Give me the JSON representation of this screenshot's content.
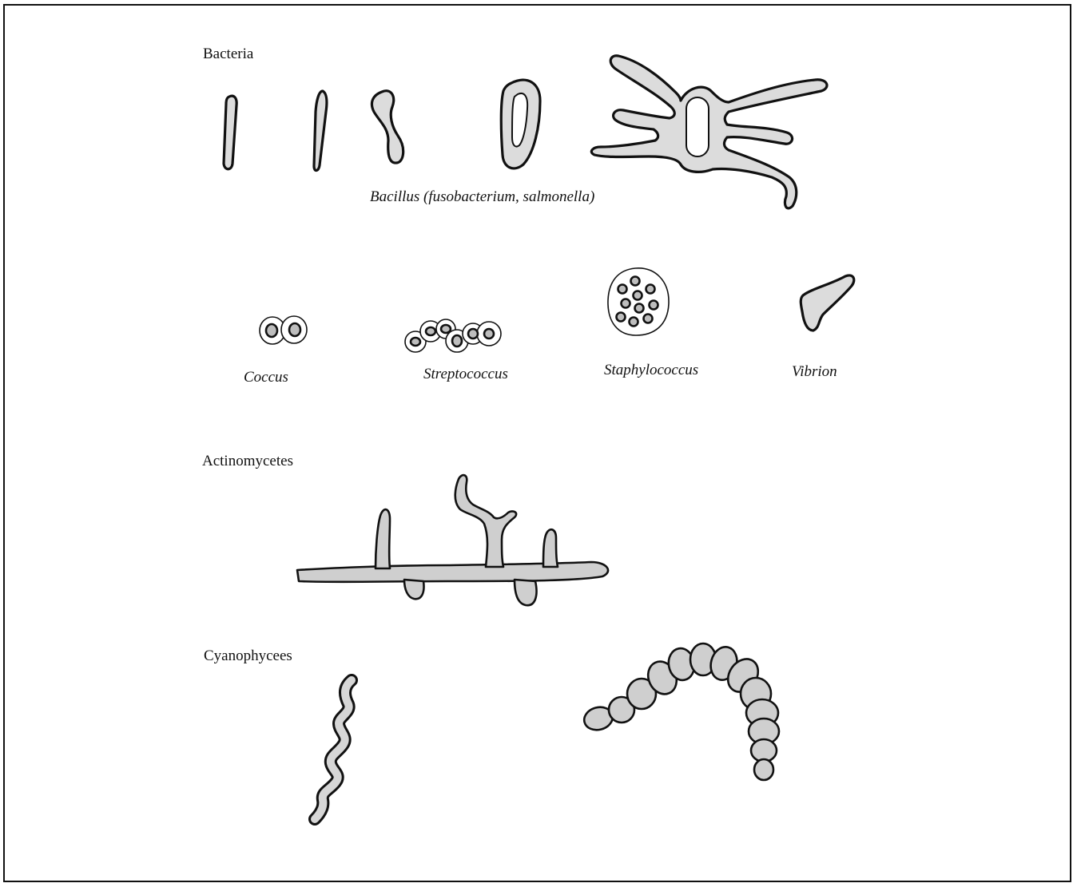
{
  "sections": {
    "bacteria": "Bacteria",
    "actinomycetes": "Actinomycetes",
    "cyanophycees": "Cyanophycees"
  },
  "captions": {
    "bacillus": "Bacillus (fusobacterium, salmonella)",
    "coccus": "Coccus",
    "streptococcus": "Streptococcus",
    "staphylococcus": "Staphylococcus",
    "vibrion": "Vibrion"
  }
}
